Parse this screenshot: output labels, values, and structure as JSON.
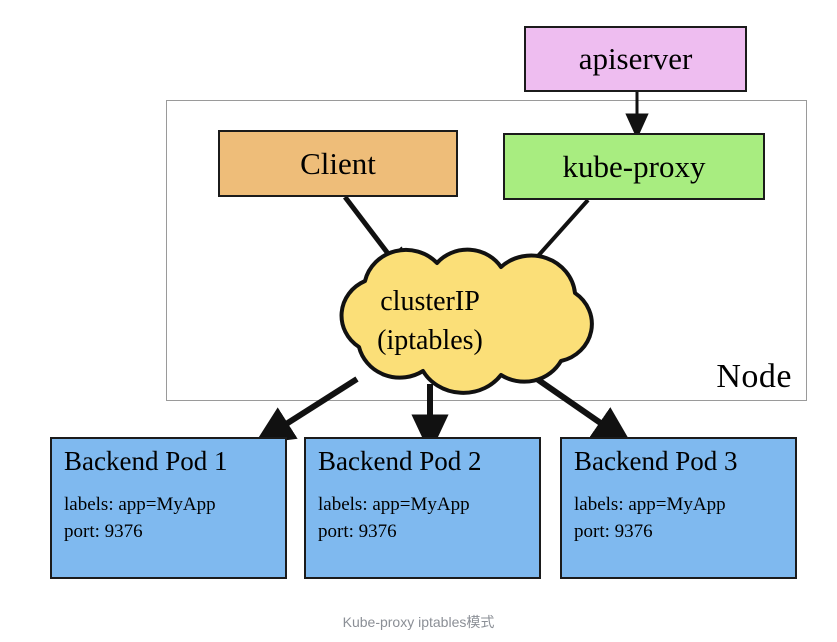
{
  "diagram": {
    "caption": "Kube-proxy iptables模式",
    "container": {
      "label": "Node",
      "border_color": "#9a9a9a"
    },
    "nodes": {
      "apiserver": {
        "label": "apiserver",
        "color": "#eebdf0"
      },
      "client": {
        "label": "Client",
        "color": "#eebd79"
      },
      "kube_proxy": {
        "label": "kube-proxy",
        "color": "#a8ed80"
      },
      "cluster_ip": {
        "label_line1": "clusterIP",
        "label_line2": "(iptables)",
        "color": "#fbdf78",
        "shape": "cloud"
      }
    },
    "pods": [
      {
        "title": "Backend Pod 1",
        "labels": "labels: app=MyApp",
        "port": "port: 9376",
        "color": "#7fb9ef"
      },
      {
        "title": "Backend Pod 2",
        "labels": "labels: app=MyApp",
        "port": "port: 9376",
        "color": "#7fb9ef"
      },
      {
        "title": "Backend Pod 3",
        "labels": "labels: app=MyApp",
        "port": "port: 9376",
        "color": "#7fb9ef"
      }
    ],
    "edges": [
      {
        "from": "apiserver",
        "to": "kube-proxy"
      },
      {
        "from": "client",
        "to": "clusterIP"
      },
      {
        "from": "kube-proxy",
        "to": "clusterIP"
      },
      {
        "from": "clusterIP",
        "to": "Backend Pod 1"
      },
      {
        "from": "clusterIP",
        "to": "Backend Pod 2"
      },
      {
        "from": "clusterIP",
        "to": "Backend Pod 3"
      }
    ]
  }
}
